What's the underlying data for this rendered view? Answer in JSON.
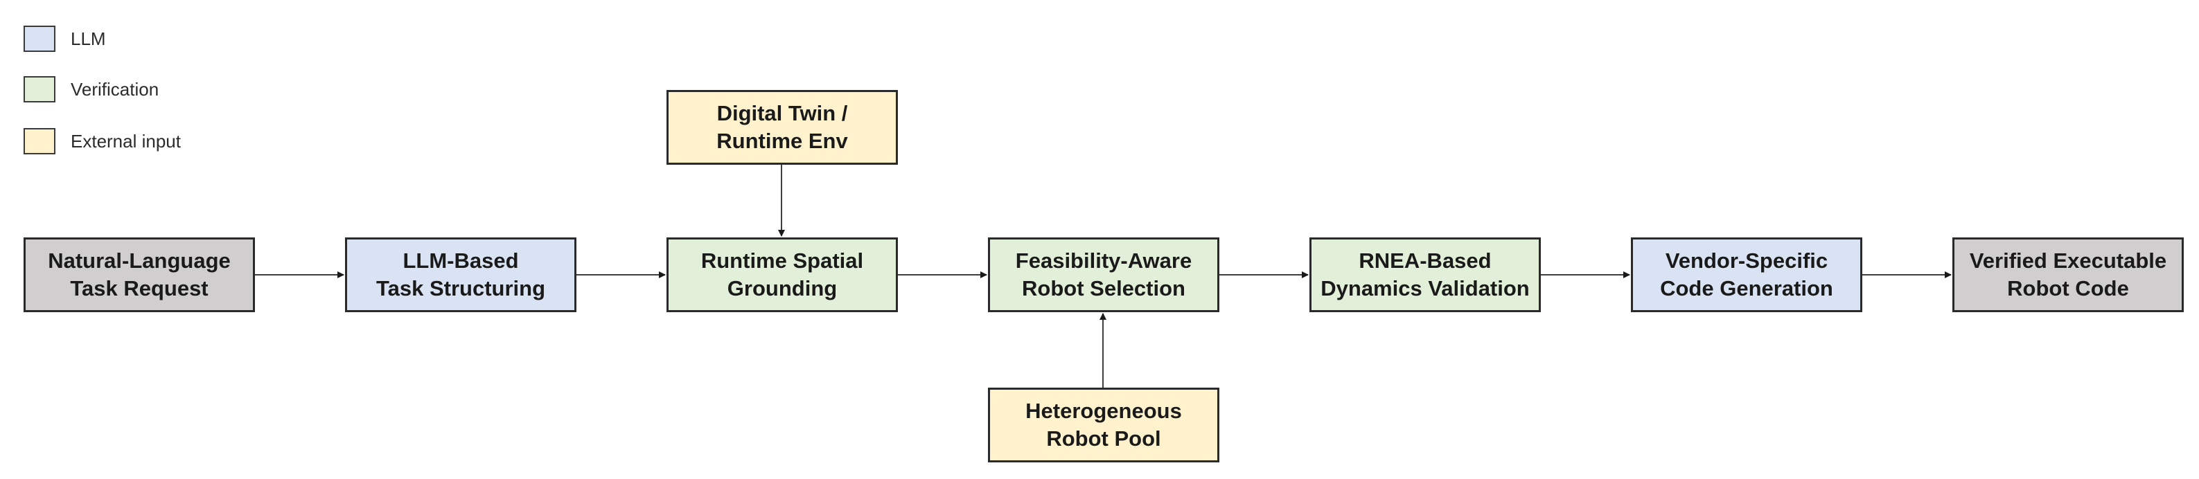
{
  "colors": {
    "llm": "#dae3f3",
    "verification": "#e2f0d9",
    "external": "#fff2cc",
    "endpoint": "#d0cece",
    "stroke": "#2a2a2a",
    "arrow": "#404040"
  },
  "legend": [
    {
      "label": "LLM",
      "kind": "llm"
    },
    {
      "label": "Verification",
      "kind": "verification"
    },
    {
      "label": "External input",
      "kind": "external"
    }
  ],
  "nodes": {
    "request": {
      "line1": "Natural-Language",
      "line2": "Task Request",
      "kind": "endpoint"
    },
    "structuring": {
      "line1": "LLM-Based",
      "line2": "Task Structuring",
      "kind": "llm"
    },
    "grounding": {
      "line1": "Runtime Spatial",
      "line2": "Grounding",
      "kind": "verification"
    },
    "selection": {
      "line1": "Feasibility-Aware",
      "line2": "Robot Selection",
      "kind": "verification"
    },
    "dynamics": {
      "line1": "RNEA-Based",
      "line2": "Dynamics Validation",
      "kind": "verification"
    },
    "codegen": {
      "line1": "Vendor-Specific",
      "line2": "Code Generation",
      "kind": "llm"
    },
    "output": {
      "line1": "Verified Executable",
      "line2": "Robot Code",
      "kind": "endpoint"
    },
    "digital_twin": {
      "line1": "Digital Twin /",
      "line2": "Runtime Env",
      "kind": "external"
    },
    "robot_pool": {
      "line1": "Heterogeneous",
      "line2": "Robot Pool",
      "kind": "external"
    }
  }
}
